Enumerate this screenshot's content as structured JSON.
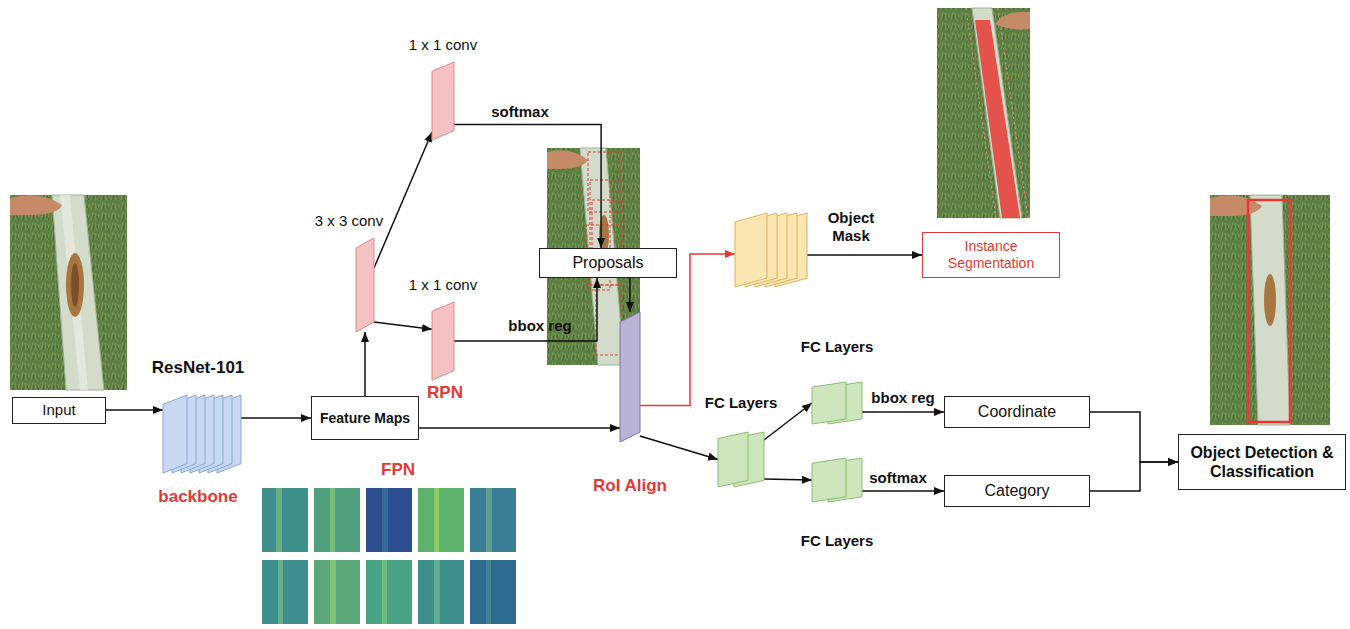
{
  "diagram": {
    "nodes": [
      {
        "text": [
          "Input"
        ]
      },
      {
        "text": [
          "ResNet-101",
          "backbone"
        ]
      },
      {
        "text": [
          "Feature Maps"
        ]
      },
      {
        "text": [
          "3 x 3 conv"
        ]
      },
      {
        "text": [
          "1 x 1 conv"
        ]
      },
      {
        "text": [
          "1 x 1 conv"
        ]
      },
      {
        "text": [
          "Proposals"
        ]
      },
      {
        "text": [
          "RoI Align"
        ]
      },
      {
        "text": [
          "Object Mask"
        ]
      },
      {
        "text": [
          "Instance Segmentation"
        ]
      },
      {
        "text": [
          "FC Layers"
        ]
      },
      {
        "text": [
          "FC Layers"
        ]
      },
      {
        "text": [
          "FC Layers"
        ]
      },
      {
        "text": [
          "Coordinate"
        ]
      },
      {
        "text": [
          "Category"
        ]
      },
      {
        "text": [
          "Object Detection & Classification"
        ]
      }
    ],
    "edges": [
      {
        "from": 0,
        "to": 1,
        "arrow": "to"
      },
      {
        "from": 1,
        "to": 2,
        "arrow": "to"
      },
      {
        "from": 2,
        "to": 3,
        "arrow": "to"
      },
      {
        "from": 3,
        "to": 4,
        "arrow": "to"
      },
      {
        "from": 3,
        "to": 5,
        "arrow": "to"
      },
      {
        "from": 4,
        "to": 6,
        "label": "softmax",
        "arrow": "to"
      },
      {
        "from": 5,
        "to": 6,
        "label": "bbox reg",
        "arrow": "to"
      },
      {
        "from": 6,
        "to": 7,
        "arrow": "to"
      },
      {
        "from": 2,
        "to": 7,
        "arrow": "to"
      },
      {
        "from": 7,
        "to": 8,
        "arrow": "to"
      },
      {
        "from": 8,
        "to": 9,
        "arrow": "to"
      },
      {
        "from": 7,
        "to": 10,
        "arrow": "to"
      },
      {
        "from": 10,
        "to": 11,
        "arrow": "to"
      },
      {
        "from": 10,
        "to": 12,
        "arrow": "to"
      },
      {
        "from": 11,
        "to": 13,
        "label": "bbox reg",
        "arrow": "to"
      },
      {
        "from": 12,
        "to": 14,
        "label": "softmax",
        "arrow": "to"
      },
      {
        "from": 13,
        "to": 15,
        "arrow": "to"
      },
      {
        "from": 14,
        "to": 15,
        "arrow": "to"
      }
    ],
    "labels": [
      "FPN",
      "RPN"
    ]
  }
}
